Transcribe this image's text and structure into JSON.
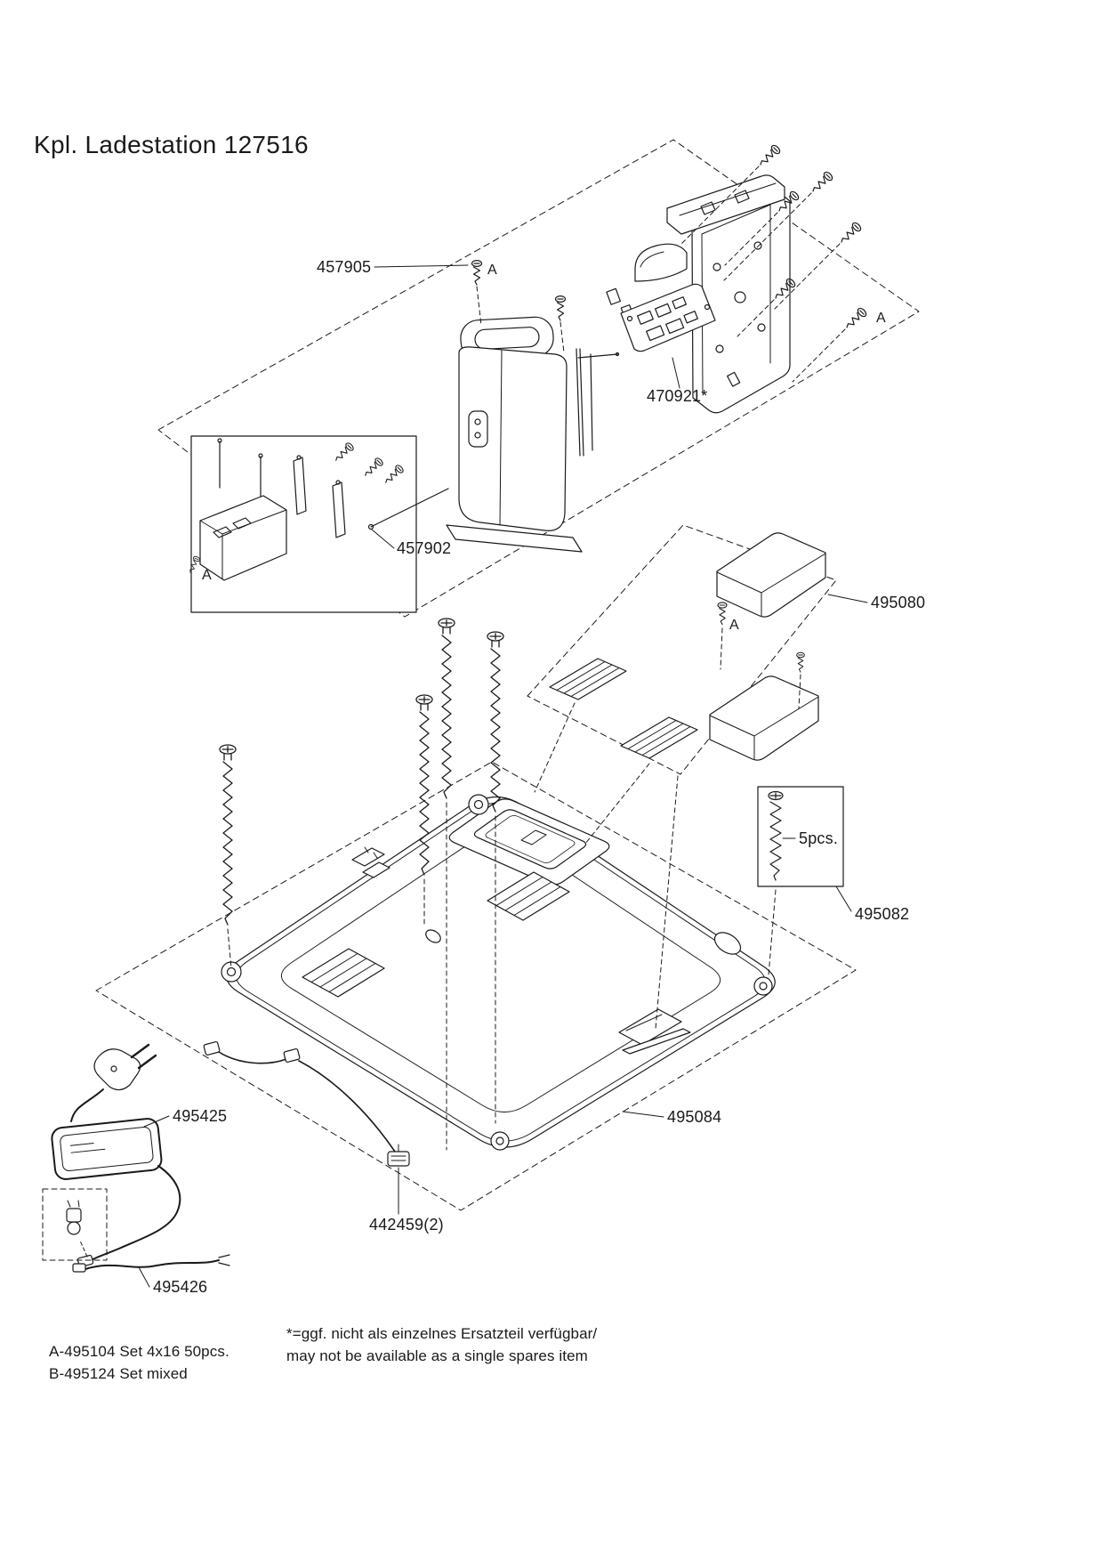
{
  "title": "Kpl. Ladestation 127516",
  "parts": {
    "p457905": {
      "label": "457905"
    },
    "p470921": {
      "label": "470921*"
    },
    "p457902": {
      "label": "457902"
    },
    "p495080": {
      "label": "495080"
    },
    "p495082": {
      "label": "495082"
    },
    "p495084": {
      "label": "495084"
    },
    "p495425": {
      "label": "495425"
    },
    "p495426": {
      "label": "495426"
    },
    "p442459": {
      "label": "442459(2)"
    },
    "qty_5pcs": "5pcs.",
    "marker_a": "A"
  },
  "footnotes": {
    "set_a": "A-495104 Set 4x16 50pcs.",
    "set_b": "B-495124 Set mixed",
    "note_de": "*=ggf. nicht als einzelnes Ersatzteil verfügbar/",
    "note_en": "may not be available as a single spares item"
  },
  "colors": {
    "ink": "#1a1a1a",
    "background": "#ffffff"
  }
}
